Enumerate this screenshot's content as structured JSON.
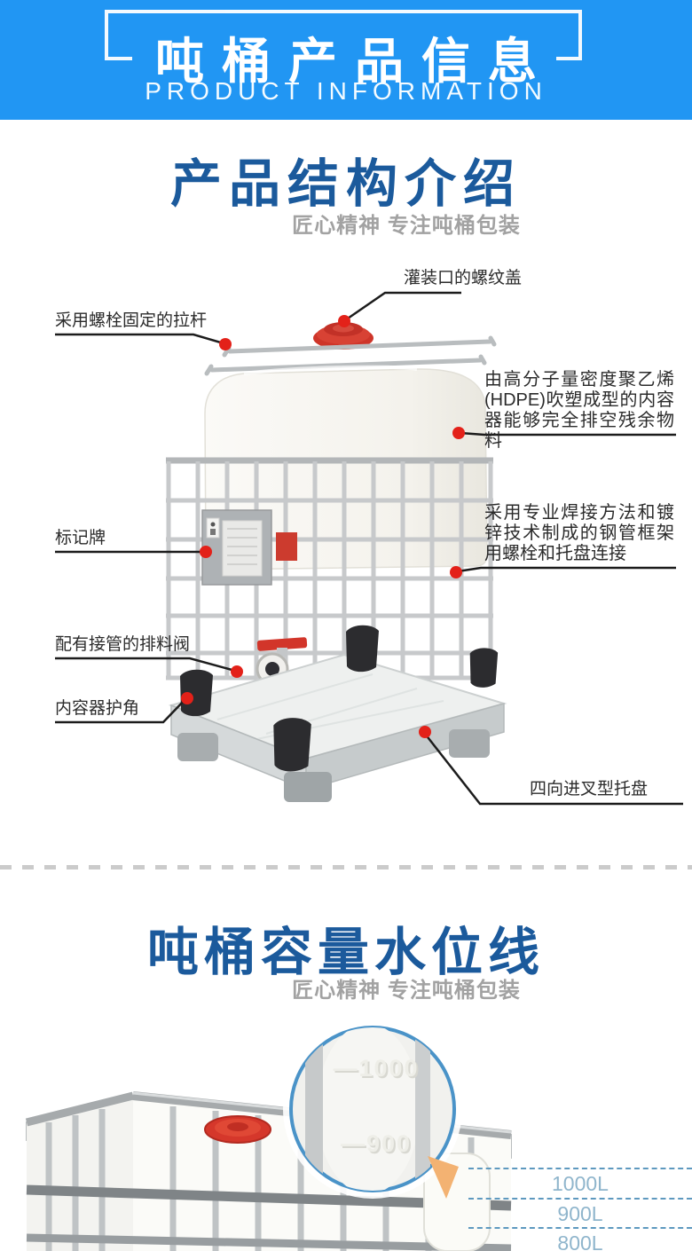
{
  "header": {
    "title": "吨桶产品信息",
    "subtitle": "PRODUCT INFORMATION"
  },
  "structure": {
    "title": "产品结构介绍",
    "tagline": "匠心精神 专注吨桶包装",
    "callouts": {
      "filling_cap": "灌装口的螺纹盖",
      "tie_rod": "采用螺栓固定的拉杆",
      "inner_container": "由高分子量密度聚乙烯(HDPE)吹塑成型的内容器能够完全排空残余物料",
      "marking_plate": "标记牌",
      "steel_frame": "采用专业焊接方法和镀锌技术制成的钢管框架用螺栓和托盘连接",
      "drain_valve": "配有接管的排料阀",
      "corner_guard": "内容器护角",
      "pallet": "四向进叉型托盘"
    }
  },
  "capacity": {
    "title": "吨桶容量水位线",
    "tagline": "匠心精神 专注吨桶包装",
    "magnifier_markings": {
      "m1000": "—1000",
      "m900": "—900"
    },
    "levels": [
      {
        "label": "1000L"
      },
      {
        "label": "900L"
      },
      {
        "label": "800L"
      }
    ]
  },
  "colors": {
    "header_bg": "#2196f3",
    "title_blue": "#1b5a9c",
    "tagline_gray": "#a2a2a2",
    "callout_dot_red": "#e32119",
    "cap_red": "#ce3529",
    "level_line_blue": "#5e99bf",
    "level_text_blue": "#8fb5cc",
    "magnifier_ring_blue": "#4a93c8"
  }
}
